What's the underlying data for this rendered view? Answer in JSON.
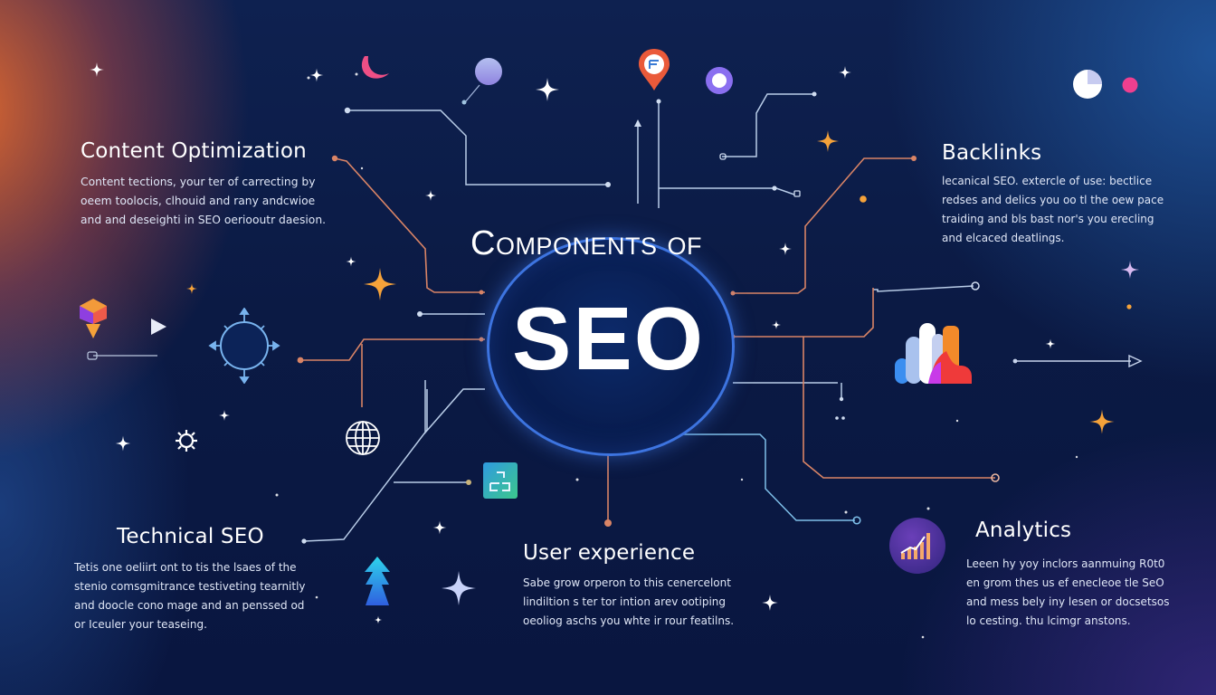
{
  "title": {
    "line1": "Components of",
    "line2": "SEO"
  },
  "sections": {
    "content_optimization": {
      "title": "Content Optimization",
      "body": "Content tections, your ter of carrecting by\noeem toolocis, clhouid and rany andcwioe\nand and deseighti in SEO oeriooutr daesion."
    },
    "backlinks": {
      "title": "Backlinks",
      "body": "lecanical SEO. extercle of use: bectlice\nredses and delics you oo tl the oew pace\ntraiding and bls bast nor's you erecling\nand elcaced deatlings."
    },
    "technical_seo": {
      "title": "Technical SEO",
      "body": "Tetis one oeliirt ont to tis the lsaes of the\nstenio comsgmitrance testiveting tearnitly\nand doocle cono mage and an penssed od\nor Iceuler your teaseing."
    },
    "user_experience": {
      "title": "User experience",
      "body": "Sabe grow orperon to this cenercelont\nlindiltion s ter tor intion arev ootiping\noeoliog aschs you whte ir rour featilns."
    },
    "analytics": {
      "title": "Analytics",
      "body": "Leeen hy yoy inclors aanmuing R0t0\nen grom thes us ef enecleoe tle SeO\nand mess bely iny lesen or docsetsos\nlo cesting. thu lcimgr anstons."
    }
  },
  "icons": [
    "sparkle-icon",
    "crescent-moon-icon",
    "planet-pin-icon",
    "location-pin-icon",
    "ring-icon",
    "pie-chart-icon",
    "dot-icon",
    "gem-pin-icon",
    "play-icon",
    "compass-circle-icon",
    "settings-gear-icon",
    "globe-icon",
    "sitemap-icon",
    "arrow-up-tree-icon",
    "bar-chart-icon",
    "growth-chart-icon",
    "arrow-right-icon"
  ],
  "colors": {
    "background": "#0b1a44",
    "accent_orange": "#f5a23a",
    "line_orange": "#d97a5c",
    "line_blue": "#8fb6e8",
    "circle_border": "#3d74e0",
    "pink": "#ef3f8f",
    "purple": "#8a6ff0"
  }
}
